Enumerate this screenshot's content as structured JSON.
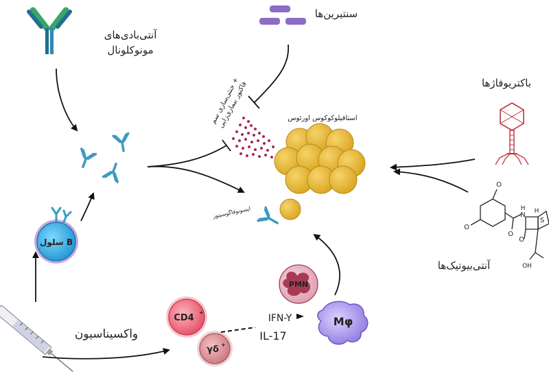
{
  "labels": {
    "monoclonal_line1": "آنتی‌بادی‌های",
    "monoclonal_line2": "مونوکلونال",
    "sentirin": "سنتیرین‌ها",
    "bacteriophage": "باکتریوفاژها",
    "staph": "استافیلوکوکوس اورئوس",
    "toxin_line1": "خنثی‌سازی سم +",
    "toxin_line2": "فاکتور بیماری‌زایی",
    "opsono": "اپسونوفاگوسیتوز",
    "antibiotics": "آنتی‌بیوتیک‌ها",
    "vaccination": "واکسیناسیون",
    "b_cell": "سلول B",
    "cd4": "CD4",
    "cd4_sup": "+",
    "gd": "γδ",
    "gd_sup": "+",
    "pmn": "PMN",
    "mphi": "Mφ",
    "ifn": "IFN-Y",
    "il17": "IL-17",
    "drug_o1": "O",
    "drug_o2": "O",
    "drug_n": "N",
    "drug_h1": "H",
    "drug_h2": "H",
    "drug_s": "S",
    "drug_o3": "O",
    "drug_o4": "O",
    "drug_oh": "OH"
  },
  "colors": {
    "staph_fill": "#e8b730",
    "staph_stroke": "#b8891a",
    "antibody": "#3b9bbf",
    "antibody_green": "#3aa56a",
    "peptide": "#8e6bc4",
    "toxin_dots": "#a52a4a",
    "phage": "#c0323a",
    "b_cell": "#2aa6d8",
    "cd4_cell": "#e8566a",
    "gd_cell": "#c9737a",
    "pmn_cell": "#a83a55",
    "mphi_cell": "#9a86e0"
  }
}
